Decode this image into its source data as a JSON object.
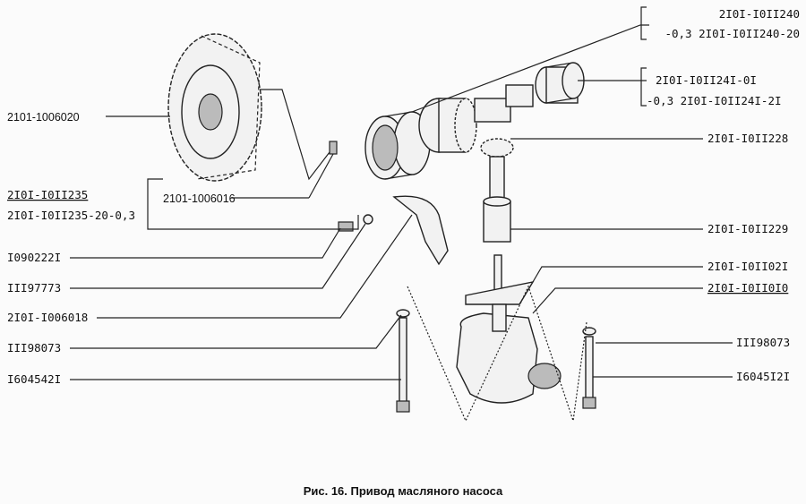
{
  "caption": "Рис. 16. Привод масляного насоса",
  "labels_left": {
    "sprocket": "2101-1006020",
    "shaft_a": "2I0I-I0II235",
    "shaft_b": "2I0I-I0II235-20-0,3",
    "key": "2101-1006016",
    "bolt": "I090222I",
    "washer": "III97773",
    "bracket": "2I0I-I006018",
    "washer2": "III98073",
    "bolt2": "I604542I"
  },
  "labels_right": {
    "bushing_a": "2I0I-I0II240",
    "bushing_b": "-0,3 2I0I-I0II240-20",
    "bushing2_a": "2I0I-I0II24I-0I",
    "bushing2_b": "-0,3 2I0I-I0II24I-2I",
    "gear": "2I0I-I0II228",
    "drive_shaft": "2I0I-I0II229",
    "gasket": "2I0I-I0II02I",
    "pump": "2I0I-I0II0I0",
    "washer": "III98073",
    "bolt": "I6045I2I"
  }
}
